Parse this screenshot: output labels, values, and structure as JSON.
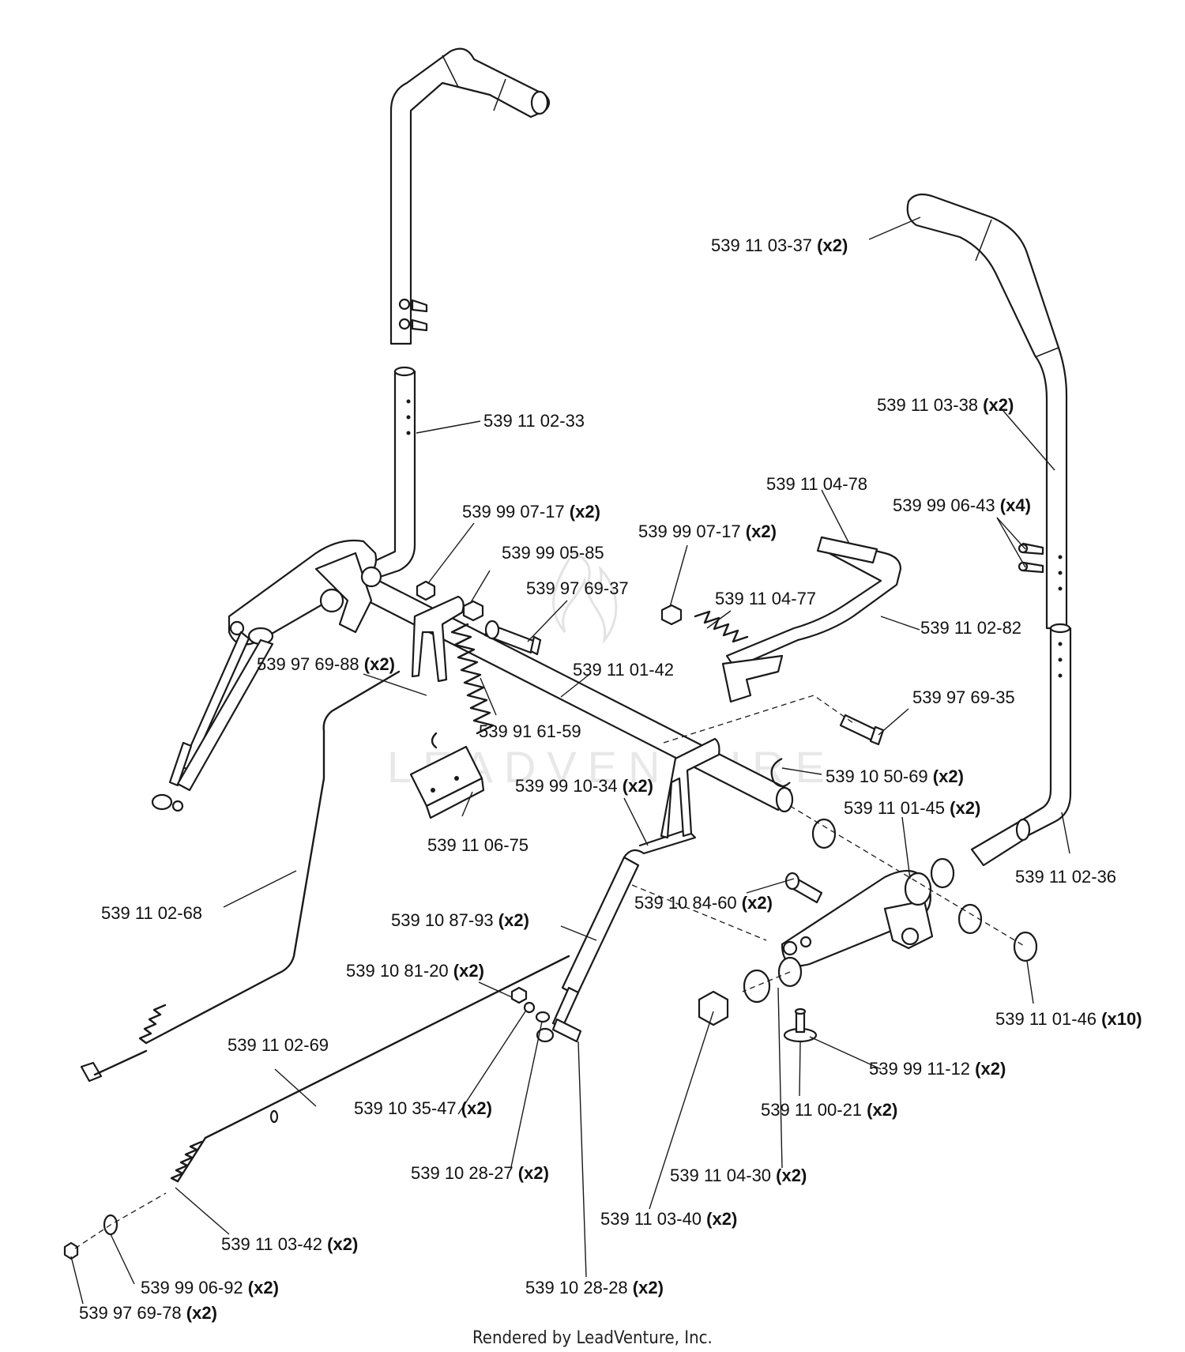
{
  "watermark": "LEADVENTURE",
  "footer": "Rendered by LeadVenture, Inc.",
  "callouts": [
    {
      "id": "c1",
      "part": "539 11 03-37",
      "qty": "(x2)"
    },
    {
      "id": "c2",
      "part": "539 11 03-38",
      "qty": "(x2)"
    },
    {
      "id": "c3",
      "part": "539 11 02-33",
      "qty": ""
    },
    {
      "id": "c4",
      "part": "539 11 04-78",
      "qty": ""
    },
    {
      "id": "c5",
      "part": "539 99 06-43",
      "qty": "(x4)"
    },
    {
      "id": "c6",
      "part": "539 99 07-17",
      "qty": "(x2)"
    },
    {
      "id": "c7",
      "part": "539 99 05-85",
      "qty": ""
    },
    {
      "id": "c8",
      "part": "539 99 07-17",
      "qty": "(x2)"
    },
    {
      "id": "c9",
      "part": "539 97 69-37",
      "qty": ""
    },
    {
      "id": "c10",
      "part": "539 11 04-77",
      "qty": ""
    },
    {
      "id": "c11",
      "part": "539 11 02-82",
      "qty": ""
    },
    {
      "id": "c12",
      "part": "539 97 69-88",
      "qty": "(x2)"
    },
    {
      "id": "c13",
      "part": "539 11 01-42",
      "qty": ""
    },
    {
      "id": "c14",
      "part": "539 97 69-35",
      "qty": ""
    },
    {
      "id": "c15",
      "part": "539 91 61-59",
      "qty": ""
    },
    {
      "id": "c16",
      "part": "539 10 50-69",
      "qty": "(x2)"
    },
    {
      "id": "c17",
      "part": "539 99 10-34",
      "qty": "(x2)"
    },
    {
      "id": "c18",
      "part": "539 11 01-45",
      "qty": "(x2)"
    },
    {
      "id": "c19",
      "part": "539 11 06-75",
      "qty": ""
    },
    {
      "id": "c20",
      "part": "539 11 02-36",
      "qty": ""
    },
    {
      "id": "c21",
      "part": "539 10 84-60",
      "qty": "(x2)"
    },
    {
      "id": "c22",
      "part": "539 11 02-68",
      "qty": ""
    },
    {
      "id": "c23",
      "part": "539 10 87-93",
      "qty": "(x2)"
    },
    {
      "id": "c24",
      "part": "539 10 81-20",
      "qty": "(x2)"
    },
    {
      "id": "c25",
      "part": "539 11 01-46",
      "qty": "(x10)"
    },
    {
      "id": "c26",
      "part": "539 11 02-69",
      "qty": ""
    },
    {
      "id": "c27",
      "part": "539 99 11-12",
      "qty": "(x2)"
    },
    {
      "id": "c28",
      "part": "539 10 35-47",
      "qty": "(x2)"
    },
    {
      "id": "c29",
      "part": "539 11 00-21",
      "qty": "(x2)"
    },
    {
      "id": "c30",
      "part": "539 10 28-27",
      "qty": "(x2)"
    },
    {
      "id": "c31",
      "part": "539 11 04-30",
      "qty": "(x2)"
    },
    {
      "id": "c32",
      "part": "539 11 03-40",
      "qty": "(x2)"
    },
    {
      "id": "c33",
      "part": "539 11 03-42",
      "qty": "(x2)"
    },
    {
      "id": "c34",
      "part": "539 99 06-92",
      "qty": "(x2)"
    },
    {
      "id": "c35",
      "part": "539 10 28-28",
      "qty": "(x2)"
    },
    {
      "id": "c36",
      "part": "539 97 69-78",
      "qty": "(x2)"
    }
  ]
}
